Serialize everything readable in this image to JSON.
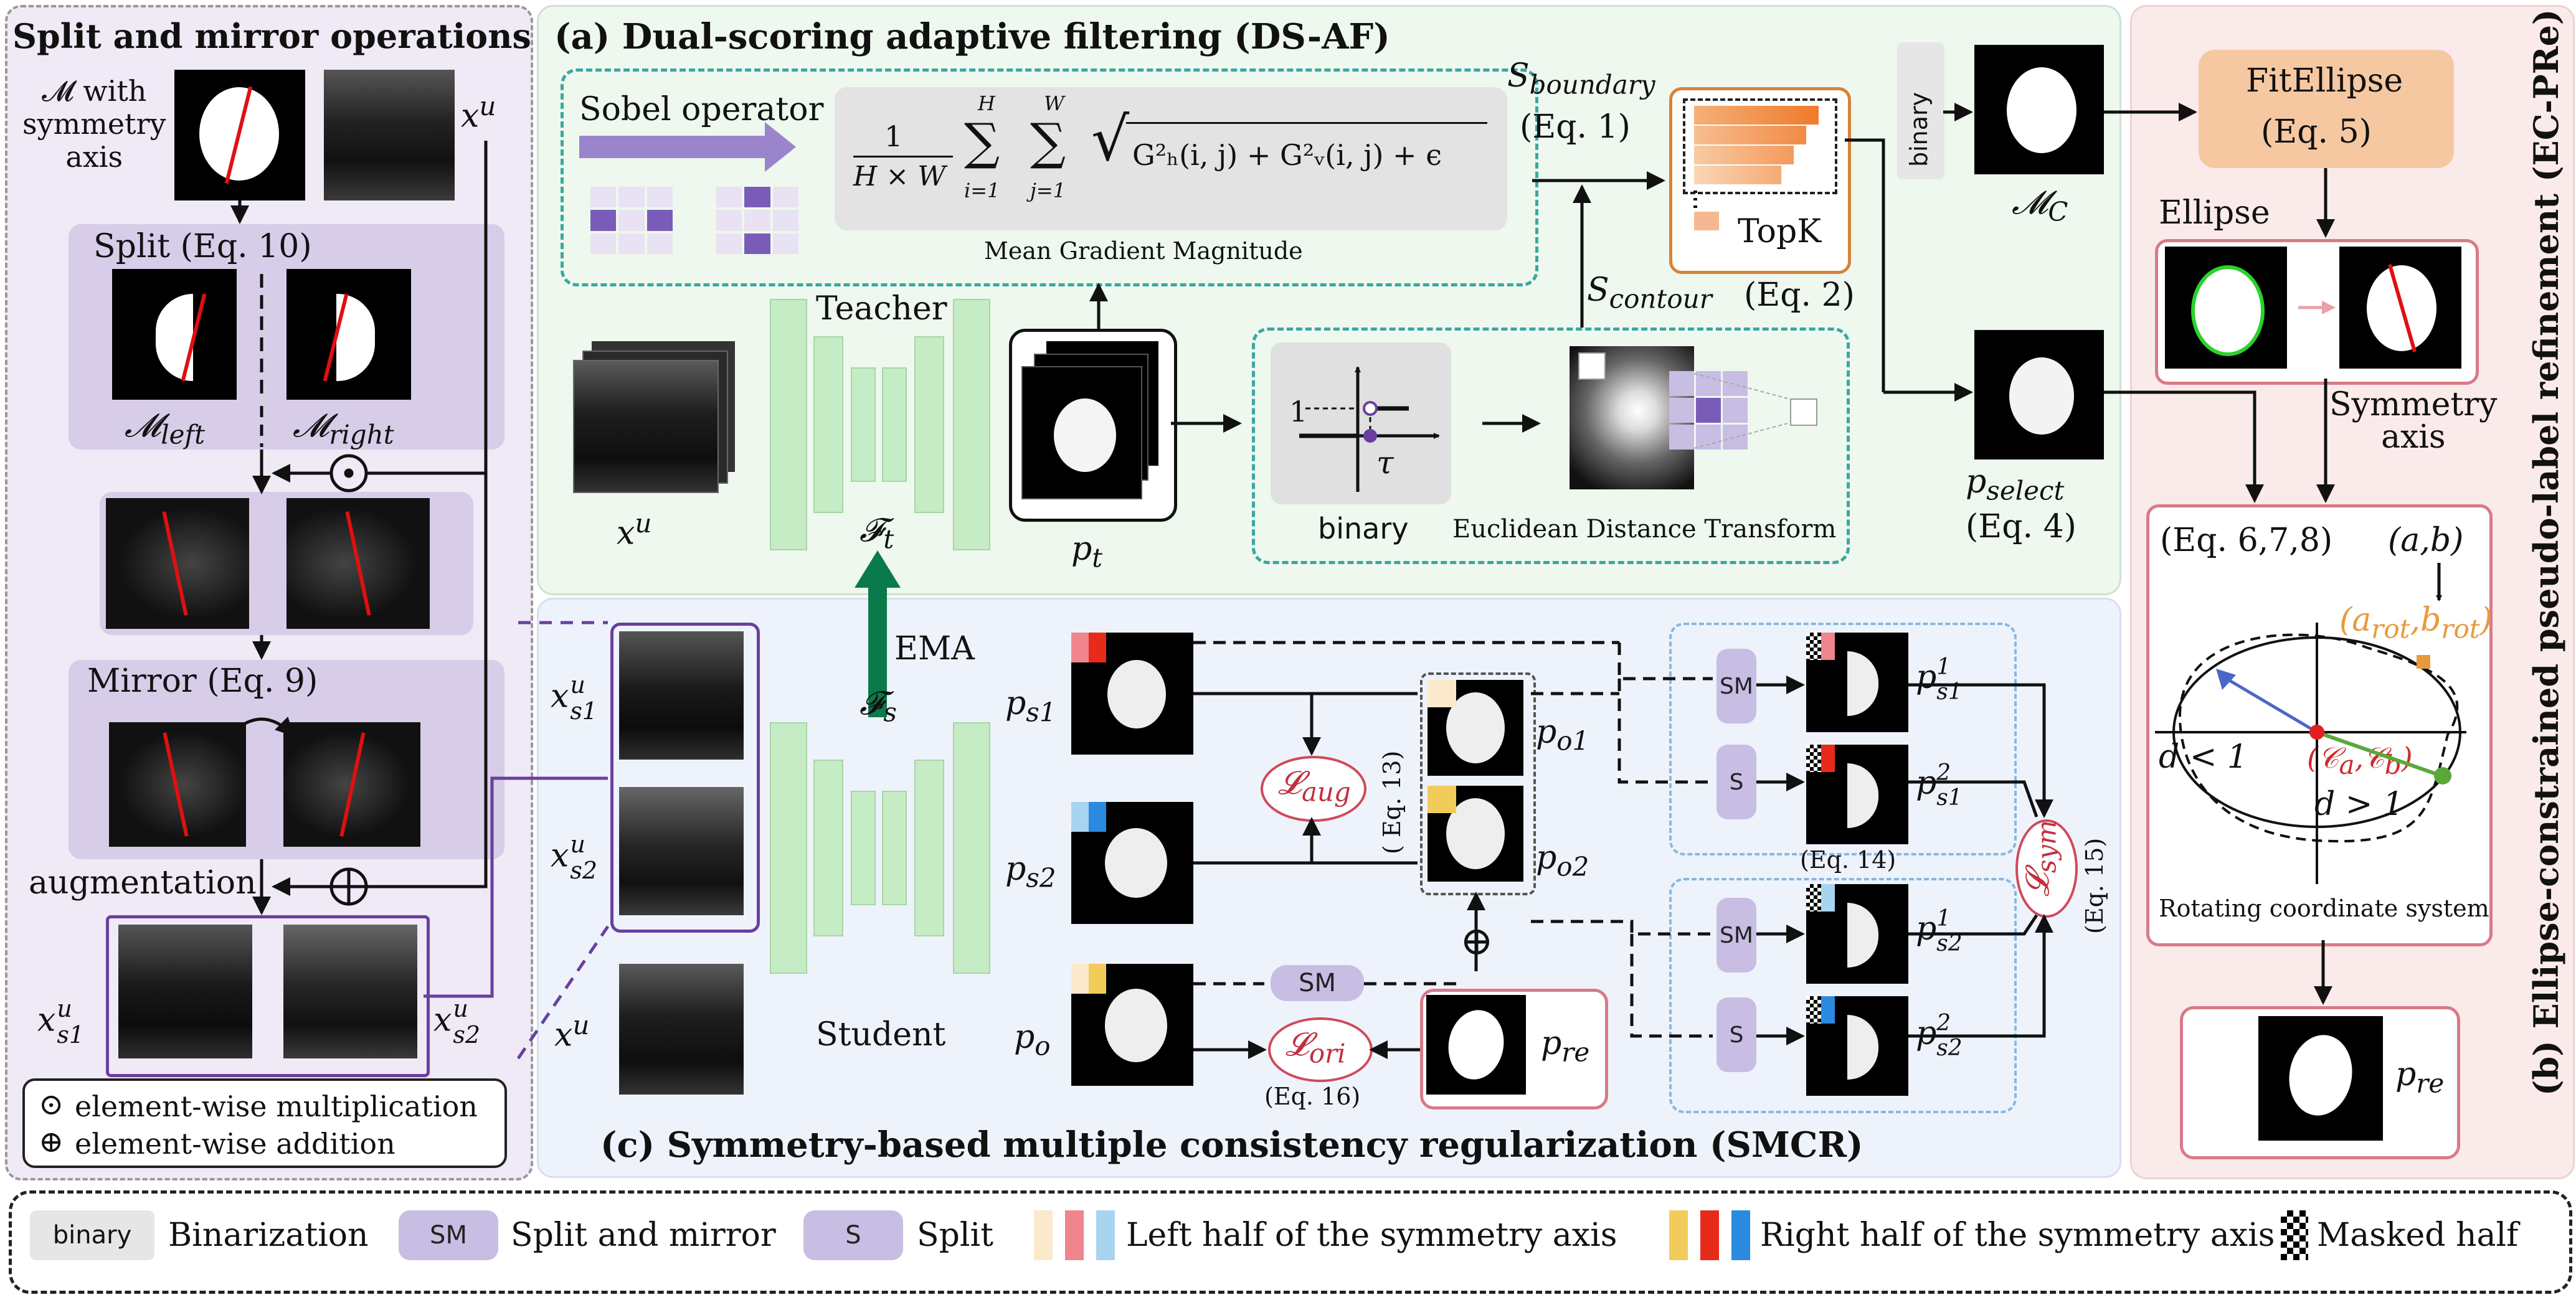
{
  "left_panel": {
    "title": "Split and mirror operations",
    "mask_caption": "𝓜 with\nsymmetry\naxis",
    "xu": "x",
    "xu_sup": "u",
    "split_label": "Split (Eq. 10)",
    "m_left": "𝓜",
    "m_left_sub": "left",
    "m_right": "𝓜",
    "m_right_sub": "right",
    "mirror_label": "Mirror (Eq. 9)",
    "augmentation_label": "augmentation",
    "xs1": "x",
    "xs1_sup": "u",
    "xs1_sub": "s1",
    "xs2": "x",
    "xs2_sup": "u",
    "xs2_sub": "s2",
    "legend_mult": "element-wise multiplication",
    "legend_add": "element-wise addition"
  },
  "panel_a": {
    "title": "(a) Dual-scoring adaptive filtering (DS-AF)",
    "sobel": "Sobel operator",
    "formula_frac": "1",
    "formula_den": "H × W",
    "formula_sum1_top": "H",
    "formula_sum1_bot": "i=1",
    "formula_sum2_top": "W",
    "formula_sum2_bot": "j=1",
    "formula_body": "G²ₕ(i, j) + G²ᵥ(i, j) + ϵ",
    "mean_gradient": "Mean Gradient Magnitude",
    "s_boundary": "S",
    "s_boundary_sub": "boundary",
    "eq1": "(Eq. 1)",
    "s_contour": "S",
    "s_contour_sub": "contour",
    "eq2": "(Eq. 2)",
    "topk": "TopK",
    "binary_tag": "binary",
    "mc": "𝓜",
    "mc_sub": "C",
    "p_select": "p",
    "p_select_sub": "select",
    "eq4": "(Eq. 4)",
    "teacher": "Teacher",
    "ft": "𝓕",
    "ft_sub": "t",
    "xu": "x",
    "xu_sup": "u",
    "pt": "p",
    "pt_sub": "t",
    "binary_label": "binary",
    "edt_label": "Euclidean Distance Transform",
    "one": "1",
    "tau": "τ"
  },
  "panel_b": {
    "title": "(b) Ellipse-constrained pseudo-label refinement (EC-PRe)",
    "fit_ellipse": "FitEllipse",
    "eq5": "(Eq. 5)",
    "ellipse": "Ellipse",
    "symmetry_axis": "Symmetry\naxis",
    "eq678": "(Eq. 6,7,8)",
    "ab": "(a,b)",
    "arot": "(a",
    "arot_sub": "rot",
    "brot": ",b",
    "brot_sub": "rot",
    "brot_end": ")",
    "d_less": "d < 1",
    "d_more": "d > 1",
    "center": "(𝒞",
    "center_sub_a": "a",
    "center_mid": ",𝒞",
    "center_sub_b": "b",
    "center_end": ")",
    "rotating": "Rotating coordinate system",
    "pre": "p",
    "pre_sub": "re"
  },
  "panel_c": {
    "title": "(c) Symmetry-based multiple consistency regularization (SMCR)",
    "ema": "EMA",
    "student": "Student",
    "fs": "𝓕",
    "fs_sub": "s",
    "ps1": "p",
    "ps1_sub": "s1",
    "ps2": "p",
    "ps2_sub": "s2",
    "po": "p",
    "po_sub": "o",
    "po1": "p",
    "po1_sub": "o1",
    "po2": "p",
    "po2_sub": "o2",
    "l_aug": "𝓛",
    "l_aug_sub": "aug",
    "eq13": "( Eq. 13)",
    "l_ori": "𝓛",
    "l_ori_sub": "ori",
    "eq16": "(Eq. 16)",
    "pre": "p",
    "pre_sub": "re",
    "sm": "SM",
    "s": "S",
    "eq14": "(Eq. 14)",
    "l_sym": "𝓛",
    "l_sym_sub": "sym",
    "eq15": "(Eq. 15)",
    "p1s1": "p",
    "p1s1_sup": "1",
    "p1s1_sub": "s1",
    "p2s1": "p",
    "p2s1_sup": "2",
    "p2s1_sub": "s1",
    "p1s2": "p",
    "p1s2_sup": "1",
    "p1s2_sub": "s2",
    "p2s2": "p",
    "p2s2_sup": "2",
    "p2s2_sub": "s2",
    "xs1": "x",
    "xs1_sup": "u",
    "xs1_sub": "s1",
    "xs2": "x",
    "xs2_sup": "u",
    "xs2_sub": "s2",
    "xu": "x",
    "xu_sup": "u"
  },
  "legend": {
    "binary_tag": "binary",
    "binarization": "Binarization",
    "sm_tag": "SM",
    "split_mirror": "Split and mirror",
    "s_tag": "S",
    "split": "Split",
    "left_half": "Left half of the symmetry axis",
    "right_half": "Right half of the symmetry axis",
    "masked_half": "Masked half"
  },
  "colors": {
    "left_bg": "#efeaf5",
    "a_bg": "#eef8ee",
    "c_bg": "#eef3fb",
    "b_bg": "#fbeaea",
    "purple": "#c8bde3",
    "teal_dash": "#3aa8a0",
    "blue_dash": "#88b8e0",
    "pink": "#e8a0a8",
    "encoder": "#c6ecc6",
    "ema_arrow": "#0a7a4a"
  }
}
